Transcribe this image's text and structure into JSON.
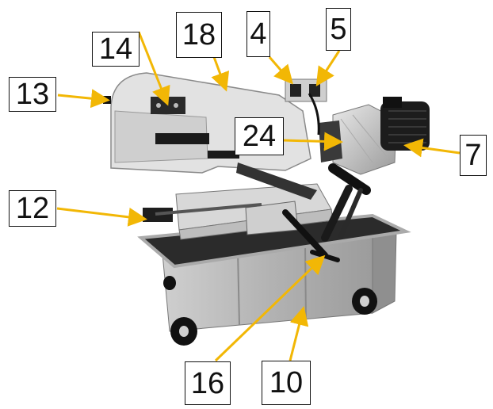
{
  "figure": {
    "callouts": [
      {
        "id": "c14",
        "text": "14"
      },
      {
        "id": "c18",
        "text": "18"
      },
      {
        "id": "c4",
        "text": "4"
      },
      {
        "id": "c5",
        "text": "5"
      },
      {
        "id": "c13",
        "text": "13"
      },
      {
        "id": "c24",
        "text": "24"
      },
      {
        "id": "c7",
        "text": "7"
      },
      {
        "id": "c12",
        "text": "12"
      },
      {
        "id": "c16",
        "text": "16"
      },
      {
        "id": "c10",
        "text": "10"
      }
    ],
    "colors": {
      "arrow": "#F2B705",
      "label_border": "#111111",
      "machine_light": "#d9d9d9",
      "machine_mid": "#a6a6a6",
      "machine_dark": "#222222"
    }
  }
}
